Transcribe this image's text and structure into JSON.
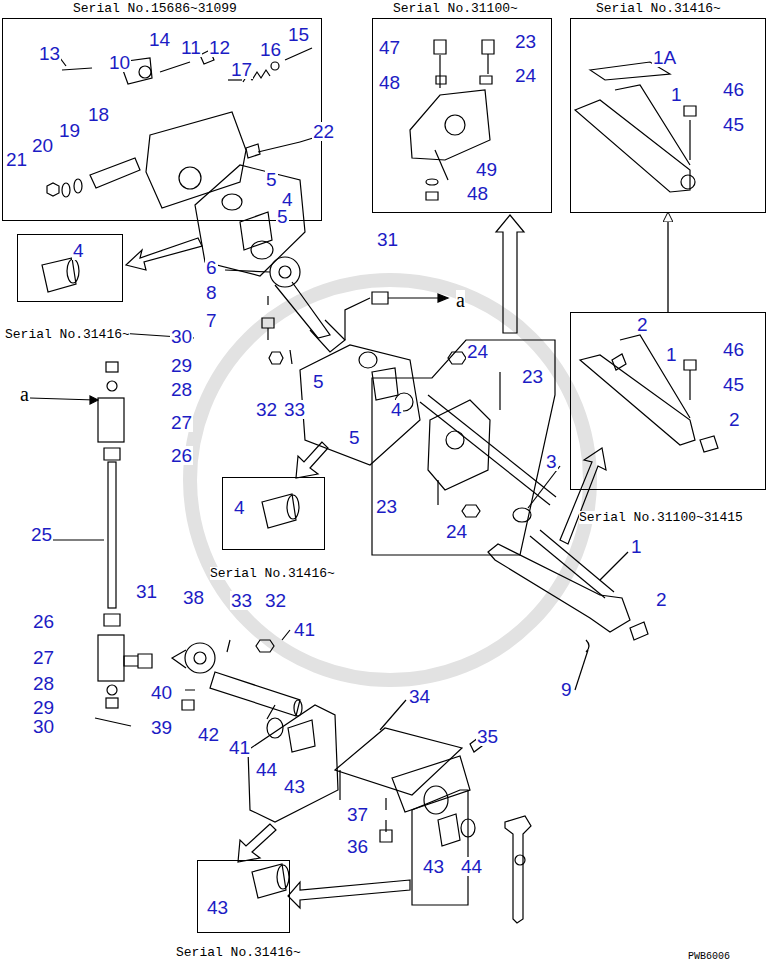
{
  "diagram": {
    "nodes": [
      {
        "text": [
          "Serial No.15686~31099"
        ]
      },
      {
        "text": [
          "4"
        ]
      },
      {
        "text": [
          "Serial No.31100~"
        ]
      },
      {
        "text": [
          "Serial No.31416~"
        ]
      },
      {
        "text": [
          "Serial No.31100~31415"
        ]
      },
      {
        "text": [
          "4"
        ]
      },
      {
        "text": [
          "43",
          "Serial No.31416~"
        ]
      }
    ],
    "edges": [
      {
        "from": 4,
        "to": 3,
        "arrow": "to"
      }
    ],
    "labels": [
      "13",
      "10",
      "14",
      "11",
      "12",
      "16",
      "15",
      "17",
      "18",
      "19",
      "20",
      "21",
      "22",
      "5",
      "4",
      "5",
      "6",
      "8",
      "7",
      "31",
      "a",
      "Serial No.31416~",
      "30",
      "29",
      "28",
      "27",
      "26",
      "a",
      "32",
      "33",
      "5",
      "4",
      "5",
      "24",
      "23",
      "23",
      "24",
      "3",
      "1",
      "2",
      "9",
      "25",
      "Serial No.31416~",
      "26",
      "27",
      "28",
      "29",
      "30",
      "31",
      "38",
      "33",
      "32",
      "41",
      "40",
      "39",
      "42",
      "41",
      "34",
      "35",
      "44",
      "43",
      "37",
      "36",
      "43",
      "44",
      "47",
      "23",
      "48",
      "24",
      "49",
      "48",
      "1A",
      "1",
      "46",
      "45",
      "2",
      "1",
      "46",
      "45",
      "2",
      "PWB6006"
    ]
  }
}
